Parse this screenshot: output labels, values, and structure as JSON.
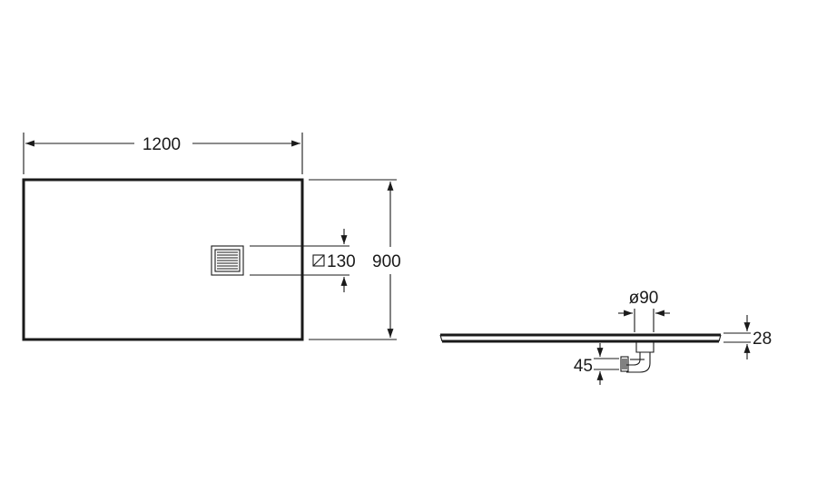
{
  "plan_view": {
    "width_label": "1200",
    "depth_label": "900",
    "drain_label": "130",
    "drain_symbol": "square-icon"
  },
  "side_view": {
    "outlet_label": "ø90",
    "thickness_label": "28",
    "trap_height_label": "45"
  },
  "colors": {
    "line": "#1a1a1a",
    "background": "#ffffff"
  }
}
